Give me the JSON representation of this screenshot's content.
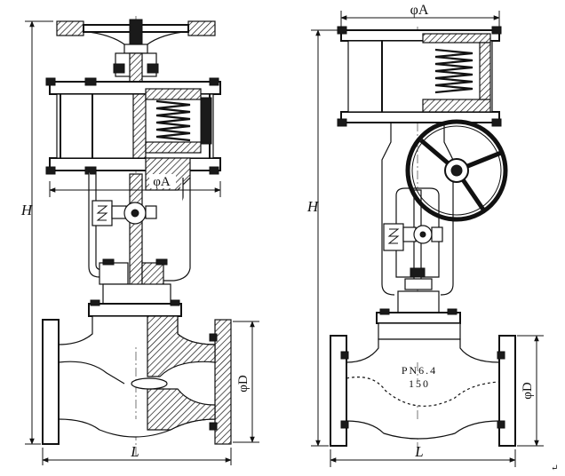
{
  "left_view": {
    "label_height": "H",
    "label_actuator_dia": "φA",
    "label_length": "L",
    "label_flange_dia": "φD"
  },
  "right_view": {
    "label_actuator_dia": "φA",
    "label_height": "H",
    "label_length": "L",
    "label_flange_dia": "φD",
    "body_marking_line1": "PN6.4",
    "body_marking_line2": "150"
  },
  "corner_mark": "↵"
}
